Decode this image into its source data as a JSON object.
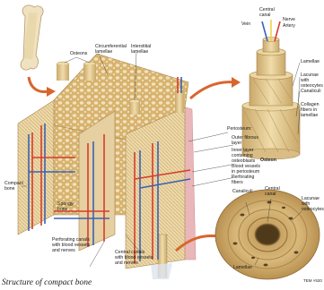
{
  "labels": {
    "osteons": "Osteons",
    "circumferential_lamellae": "Circumferential\nlamellae",
    "interstitial_lamellae": "Interstitial\nlamellae",
    "central_canal_top": "Central\ncanal",
    "nerve": "Nerve",
    "vein": "Vein",
    "artery": "Artery",
    "lamellae_right": "Lamellae",
    "lacunae_osteocytes_right": "Lacunae with\nosteocytes",
    "canaliculi_right": "Canaliculi",
    "collagen_fibers": "Collagen\nfibers in\nlamellae",
    "osteon": "Osteon",
    "periosteum": "Periosteum:",
    "outer_fibrous_layer": "Outer fibrous\nlayer",
    "inner_layer": "Inner layer\ncontaining\nosteoblasts",
    "blood_vessels_periosteum": "Blood vessels\nin periosteum",
    "perforating_fibers": "Perforating\nfibers",
    "compact_bone": "Compact\nbone",
    "spongy_bone": "Spongy\nbone",
    "perforating_canals": "Perforating canals\nwith blood vessels\nand nerves",
    "central_canals": "Central canals\nwith blood vessels\nand nerves",
    "canaliculi_bottom": "Canaliculi",
    "central_canal_bottom": "Central\ncanal",
    "lacunae_osteocytes_bottom": "Lacunae with\nosteocytes",
    "lamellae_bottom": "Lamellae",
    "tem": "TEM ×520"
  },
  "caption": "Structure of compact bone",
  "colors": {
    "bone": "#e8d3a2",
    "bone_dark": "#c9a86a",
    "spongy": "#d9b978",
    "periosteum": "#e9b7b9",
    "artery": "#d63c2e",
    "vein": "#3a62b3",
    "nerve": "#f0d24a",
    "arrow": "#d9652e"
  }
}
